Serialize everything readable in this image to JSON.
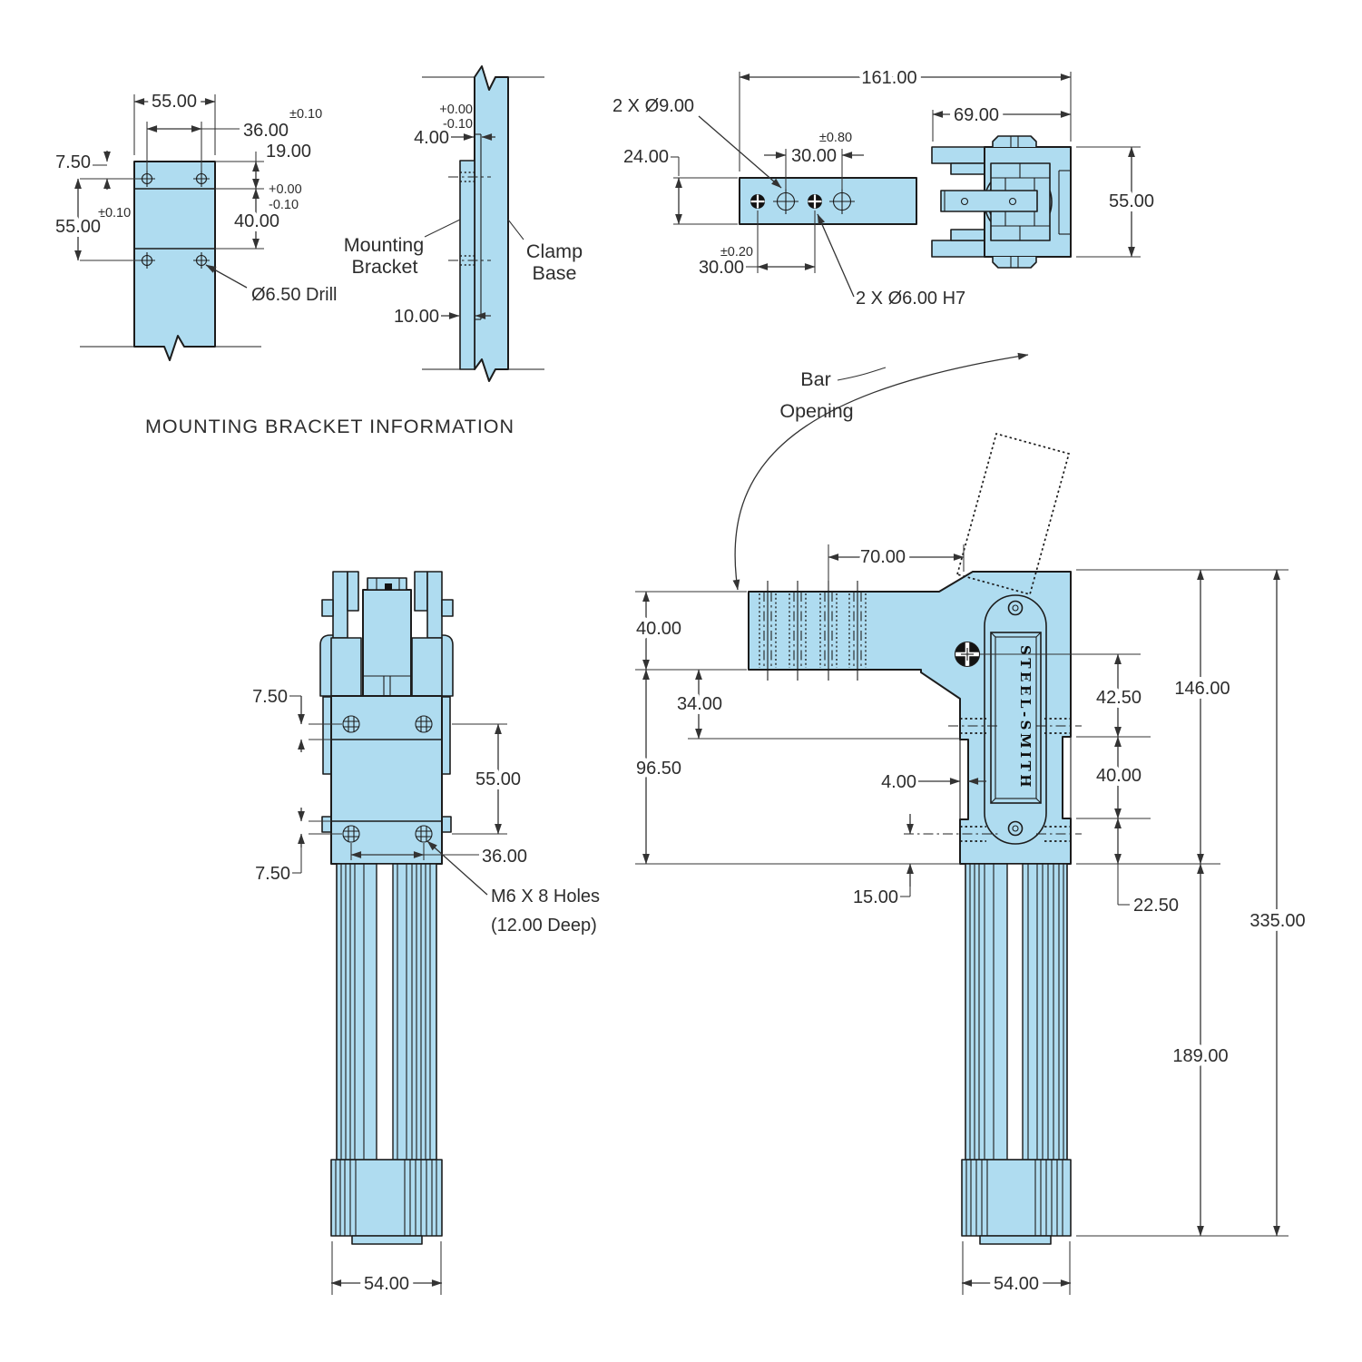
{
  "drawing_title": "MOUNTING BRACKET INFORMATION",
  "brand_plate": "STEEL-SMITH",
  "colors": {
    "part_fill": "#AFDCF0",
    "outline": "#1C1C1C",
    "dim_color": "#333333"
  },
  "views": {
    "bracket_front": {
      "dim_width_top": "55.00",
      "tol_hole_span_h": "±0.10",
      "dim_hole_span_h": "36.00",
      "dim_top_offset": "19.00",
      "dim_edge_top": "7.50",
      "tol_hole_span_v": "±0.10",
      "dim_hole_span_v": "55.00",
      "tol_window_plus": "+0.00",
      "tol_window_minus": "-0.10",
      "dim_window": "40.00",
      "note_drill": "Ø6.50 Drill"
    },
    "bracket_side": {
      "tol_recess_plus": "+0.00",
      "tol_recess_minus": "-0.10",
      "dim_recess": "4.00",
      "label_mounting_1": "Mounting",
      "label_mounting_2": "Bracket",
      "label_base_1": "Clamp",
      "label_base_2": "Base",
      "dim_thickness": "10.00"
    },
    "top_view": {
      "dim_overall_length": "161.00",
      "note_holes_large": "2 X Ø9.00",
      "dim_head_width": "69.00",
      "tol_spacing_top": "±0.80",
      "dim_spacing_top": "30.00",
      "dim_arm_width": "24.00",
      "dim_head_depth": "55.00",
      "tol_spacing_bottom": "±0.20",
      "dim_spacing_bottom": "30.00",
      "note_holes_dowel": "2 X Ø6.00 H7"
    },
    "front_view": {
      "dim_edge_top": "7.50",
      "dim_hole_span_v": "55.00",
      "dim_edge_bottom": "7.50",
      "dim_hole_span_h": "36.00",
      "note_holes_1": "M6 X 8 Holes",
      "note_holes_2": "(12.00 Deep)",
      "dim_column_width": "54.00"
    },
    "side_view": {
      "label_opening_1": "Bar",
      "label_opening_2": "Opening",
      "dim_bar_reach": "70.00",
      "dim_arm_height": "40.00",
      "dim_drop": "34.00",
      "dim_body_height": "96.50",
      "dim_recess": "4.00",
      "dim_foot_offset": "15.00",
      "dim_center_to_screw": "42.50",
      "dim_screw_region": "40.00",
      "dim_bottom_offset": "22.50",
      "dim_upper_height": "146.00",
      "dim_overall_height": "335.00",
      "dim_column_height": "189.00",
      "dim_column_width": "54.00"
    }
  }
}
